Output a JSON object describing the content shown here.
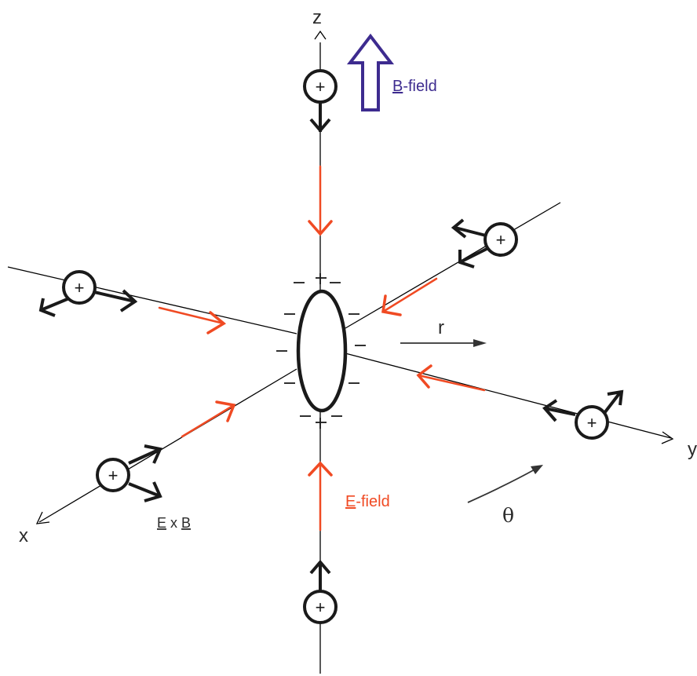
{
  "labels": {
    "axis_z": "z",
    "axis_x": "x",
    "axis_y": "y",
    "radial": "r",
    "angle": "θ",
    "b_field": {
      "underlined": "B",
      "rest": "-field"
    },
    "e_field": {
      "underlined": "E",
      "rest": "-field"
    },
    "e_cross_b": {
      "e": "E",
      "times": " x ",
      "b": "B"
    },
    "charge": "+",
    "surface_charge": "−"
  },
  "colors": {
    "axis": "#000000",
    "e_field": "#f04a23",
    "b_field": "#3d2b8f",
    "charge_outline": "#1a1a1a",
    "label_text": "#2a2a2a"
  }
}
